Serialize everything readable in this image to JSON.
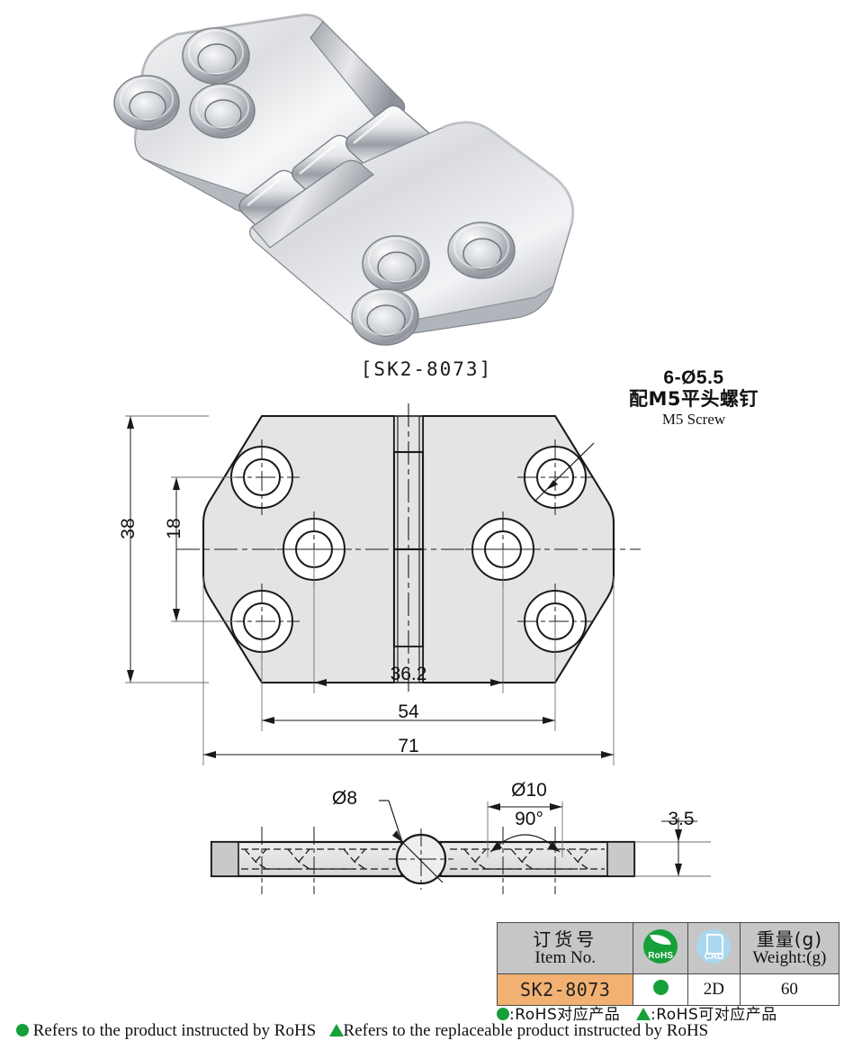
{
  "part_code": "[SK2-8073]",
  "callout": {
    "line1": "6-Ø5.5",
    "line2": "配M5平头螺钉",
    "line3": "M5 Screw"
  },
  "dimensions": {
    "height_overall": "38",
    "height_hole_pitch": "18",
    "width_inner": "36.2",
    "width_mid": "54",
    "width_overall": "71",
    "barrel_dia": "Ø8",
    "counterbore_dia": "Ø10",
    "countersink_angle": "90°",
    "thickness": "3.5"
  },
  "table": {
    "headers": [
      {
        "cn": "订货号",
        "en": "Item No."
      },
      {
        "icon": "rohs-badge",
        "label": "RoHS"
      },
      {
        "icon": "cad-badge",
        "label": "CAD"
      },
      {
        "cn": "重量(g)",
        "en": "Weight:(g)"
      }
    ],
    "row": {
      "item_no": "SK2-8073",
      "rohs": "dot",
      "cad": "2D",
      "weight": "60"
    }
  },
  "legend": {
    "cn_dot": ":RoHS对应产品",
    "cn_tri": ":RoHS可对应产品",
    "en_dot": "Refers to the product instructed by RoHS",
    "en_tri": "Refers to the replaceable product instructed by RoHS"
  },
  "colors": {
    "accent_orange": "#f2b173",
    "header_grey": "#c6c6c6",
    "rohs_green": "#15a03a",
    "cad_blue": "#a8d8ef",
    "line": "#1a1a1a",
    "fill": "#e3e3e3"
  }
}
